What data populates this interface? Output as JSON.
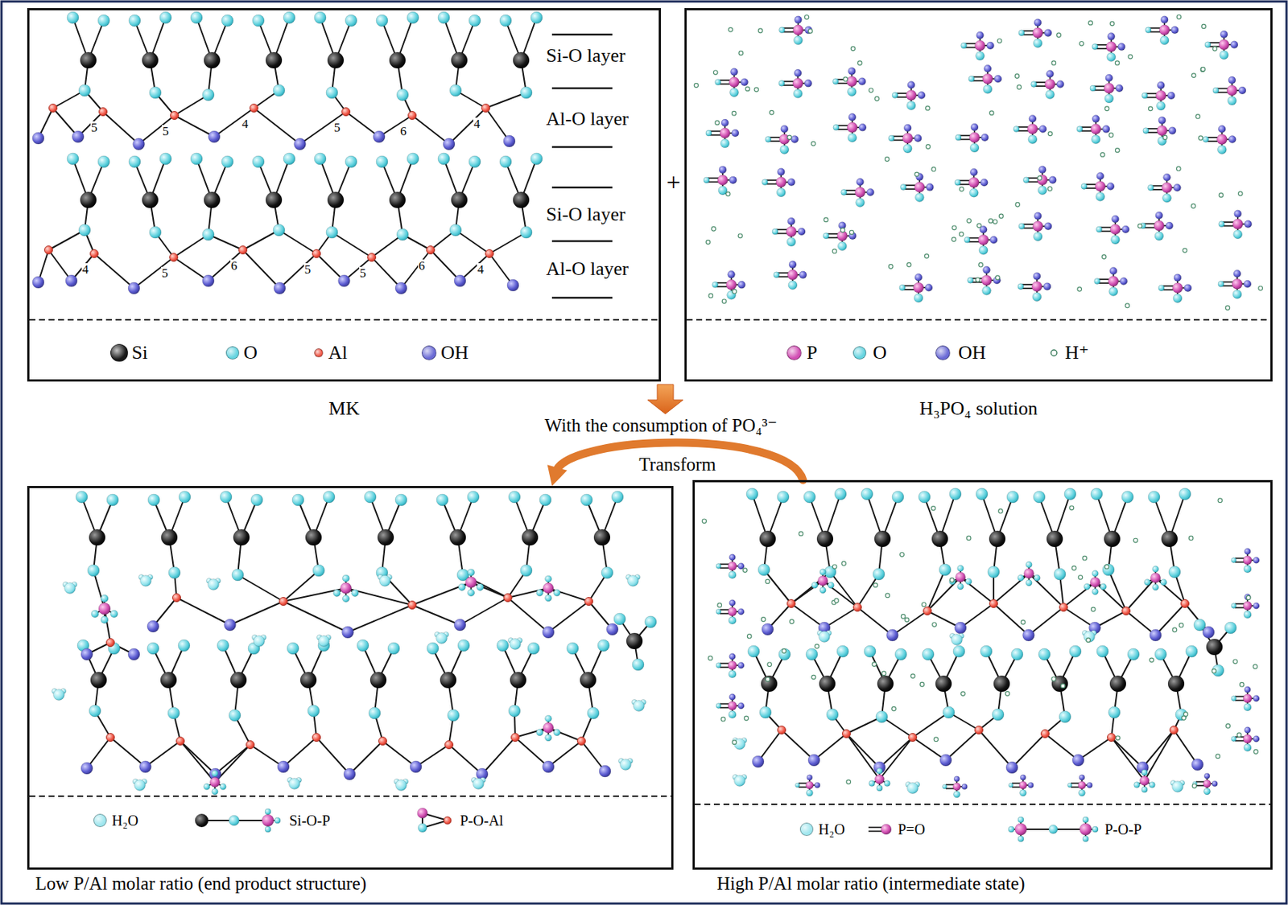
{
  "diagram": {
    "nodes": [
      {
        "text": [
          "MK"
        ]
      },
      {
        "text": [
          "H₃PO₄ solution"
        ]
      },
      {
        "text": [
          "Low P/Al molar ratio (end product structure)"
        ]
      },
      {
        "text": [
          "High P/Al molar ratio (intermediate state)"
        ]
      }
    ],
    "edges": [
      {
        "from": 3,
        "to": 2,
        "arrow": "to",
        "label": "Transform"
      }
    ],
    "labels": [
      "Si-O layer",
      "Al-O layer",
      "Si-O layer",
      "Al-O layer",
      "5",
      "5",
      "4",
      "5",
      "6",
      "4",
      "4",
      "5",
      "6",
      "5",
      "5",
      "6",
      "4",
      "+",
      "With the consumption of PO₄³⁻"
    ],
    "legend": [
      {
        "text": "Si",
        "color": "#1a1a1a"
      },
      {
        "text": "O",
        "color": "#66d4e0"
      },
      {
        "text": "Al",
        "color": "#f05a4a"
      },
      {
        "text": "OH",
        "color": "#6b6bd6"
      },
      {
        "text": "P",
        "color": "#d24fb4"
      },
      {
        "text": "O",
        "color": "#66d4e0"
      },
      {
        "text": "OH",
        "color": "#6b6bd6"
      },
      {
        "text": "H⁺"
      },
      {
        "text": "H₂O",
        "color": "#9fe6ee"
      },
      {
        "text": "Si-O-P"
      },
      {
        "text": "P-O-Al"
      },
      {
        "text": "H₂O",
        "color": "#9fe6ee"
      },
      {
        "text": "P=O"
      },
      {
        "text": "P-O-P"
      }
    ]
  }
}
